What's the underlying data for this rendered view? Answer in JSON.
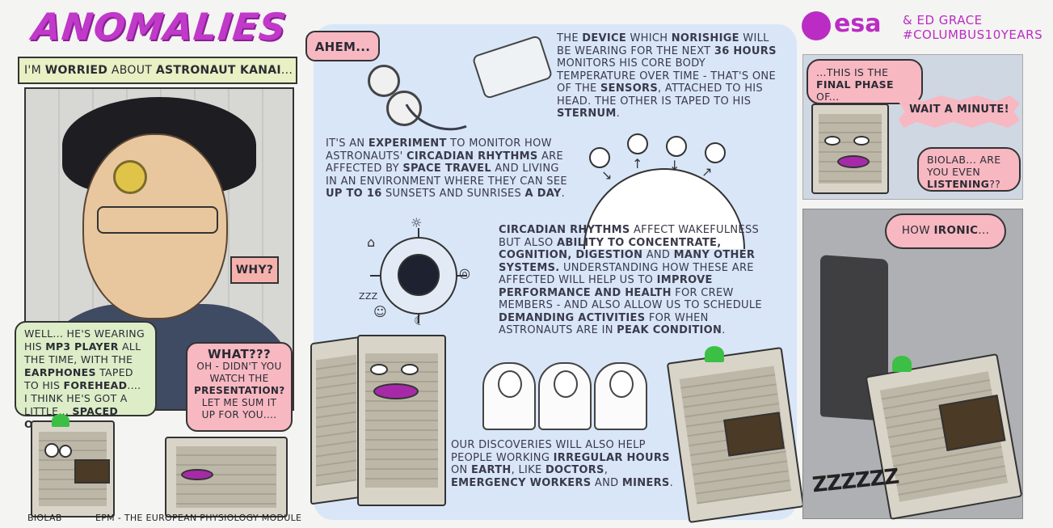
{
  "title": "ANOMALiES",
  "logo": {
    "name": "esa",
    "icon": "esa-logo-icon",
    "credit_line1": "& ED GRACE",
    "credit_line2": "#COLUMBUS10YEARS"
  },
  "panel1": {
    "caption_pre": "I'M ",
    "caption_b1": "WORRIED",
    "caption_mid": " ABOUT ",
    "caption_b2": "ASTRONAUT KANAI",
    "caption_post": "...",
    "why": "WHY?"
  },
  "bubble_green": {
    "t1": "WELL... HE'S WEARING HIS ",
    "b1": "MP3 PLAYER",
    "t2": " ALL THE TIME, WITH THE ",
    "b2": "EARPHONES",
    "t3": " TAPED TO HIS ",
    "b3": "FOREHEAD",
    "t4": ".... I THINK HE'S GOT A LITTLE... ",
    "b4": "SPACED OUT",
    "t5": "."
  },
  "bubble_pink": {
    "big": "WHAT???",
    "t1": "OH - DIDN'T YOU WATCH THE ",
    "b1": "PRESENTATION?",
    "t2": " LET ME SUM IT UP FOR YOU...."
  },
  "labels": {
    "biolab": "BIOLAB",
    "epm": "EPM - THE EUROPEAN PHYSIOLOGY MODULE"
  },
  "center": {
    "ahem": "AHEM...",
    "device": {
      "t1": "THE ",
      "b1": "DEVICE",
      "t2": " WHICH ",
      "b2": "NORISHIGE",
      "t3": " WILL BE WEARING FOR THE NEXT ",
      "b3": "36 HOURS",
      "t4": " MONITORS HIS CORE BODY TEMPERATURE OVER TIME - THAT'S ONE OF THE ",
      "b4": "SENSORS",
      "t5": ", ATTACHED TO HIS HEAD. THE OTHER IS TAPED TO HIS ",
      "b5": "STERNUM",
      "t6": "."
    },
    "experiment": {
      "t1": "IT'S AN ",
      "b1": "EXPERIMENT",
      "t2": " TO MONITOR HOW ASTRONAUTS' ",
      "b2": "CIRCADIAN RHYTHMS",
      "t3": " ARE AFFECTED BY ",
      "b3": "SPACE TRAVEL",
      "t4": " AND LIVING IN AN ENVIRONMENT WHERE THEY CAN SEE ",
      "b4": "UP TO 16",
      "t5": " SUNSETS AND SUNRISES ",
      "b5": "A DAY",
      "t6": "."
    },
    "rhythms": {
      "b1": "CIRCADIAN RHYTHMS",
      "t1": " AFFECT WAKEFULNESS BUT ALSO ",
      "b2": "ABILITY TO CONCENTRATE, COGNITION, DIGESTION",
      "t2": " AND ",
      "b3": "MANY OTHER SYSTEMS.",
      "t3": " UNDERSTANDING HOW THESE ARE AFFECTED WILL HELP US TO ",
      "b4": "IMPROVE PERFORMANCE AND HEALTH",
      "t4": " FOR CREW MEMBERS - AND ALSO ALLOW US TO SCHEDULE ",
      "b5": "DEMANDING ACTIVITIES",
      "t5": " FOR WHEN ASTRONAUTS ARE IN ",
      "b6": "PEAK CONDITION",
      "t6": "."
    },
    "discoveries": {
      "t1": "OUR DISCOVERIES WILL ALSO HELP PEOPLE WORKING ",
      "b1": "IRREGULAR HOURS",
      "t2": " ON ",
      "b2": "EARTH",
      "t3": ", LIKE ",
      "b3": "DOCTORS",
      "t4": ", ",
      "b4": "EMERGENCY WORKERS",
      "t5": " AND ",
      "b5": "MINERS",
      "t6": "."
    },
    "zzz_small": "ZZZ"
  },
  "right": {
    "final_t": "...THIS IS THE ",
    "final_b": "FINAL PHASE",
    "final_t2": " OF...",
    "wait": "WAIT A MINUTE!",
    "listen_t": "BIOLAB... ARE YOU EVEN ",
    "listen_b": "LISTENING",
    "listen_t2": "??",
    "ironic_t": "HOW ",
    "ironic_b": "IRONIC",
    "ironic_t2": "...",
    "zzz": "ZZZZZZ"
  }
}
